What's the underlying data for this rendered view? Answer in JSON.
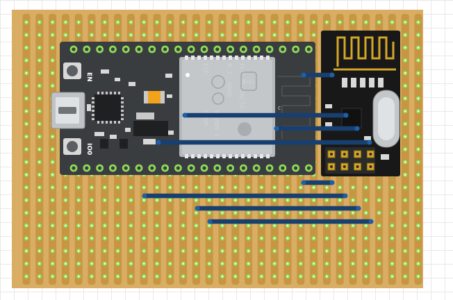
{
  "diagram": {
    "board": {
      "label_en": "EN",
      "label_io0": "IO0",
      "module_lines": [
        "ESP-",
        "ROOM-",
        "FCC ID:2AC7Z-E",
        "R 2 -0005",
        "WROOM-3"
      ],
      "wifi_label": "WiFi",
      "pin_mark": "C"
    },
    "colors": {
      "perfboard": "#d9ad63",
      "strip": "#c79643",
      "pad_green": "#8fdc55",
      "board_pcb": "#3a3d40",
      "shield": "#c4c7ca",
      "nrf_pcb": "#181818",
      "antenna_gold": "#d4a628",
      "wire": "#2c7bd1"
    }
  }
}
